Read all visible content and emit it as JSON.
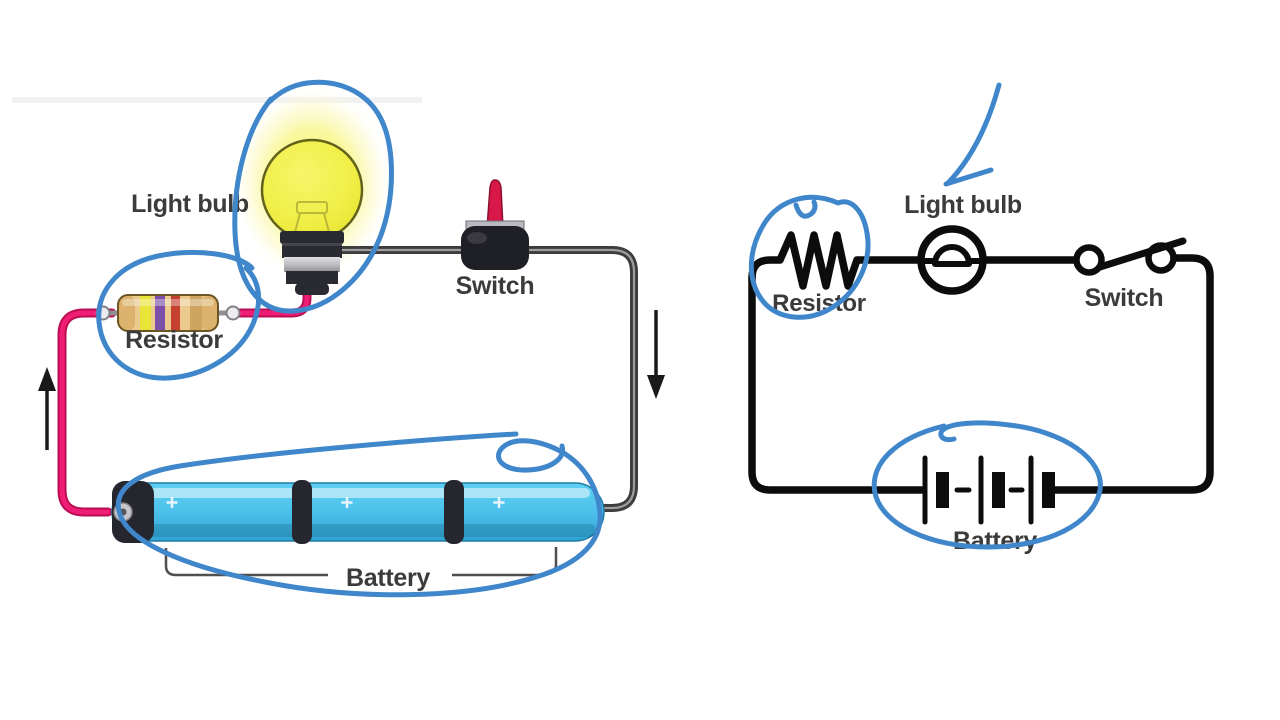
{
  "scene": {
    "background": "#ffffff",
    "description": "Whiteboard comparison of a pictorial circuit drawing and its schematic equivalent with freehand blue pen annotations"
  },
  "colors": {
    "annotation_blue": "#3f86cb",
    "wire_pink": "#ee1d73",
    "wire_pink_dark": "#bb0d53",
    "wire_gray": "#3d3d3d",
    "schematic_black": "#0c0c0c",
    "battery_cell_blue": "#4fc3ec",
    "bulb_yellow": "#f0ee45",
    "resistor_body_tan": "#ecca8e",
    "switch_lever_red": "#d81848",
    "label_gray": "#3b3b3b"
  },
  "left_diagram": {
    "title": "pictorial circuit",
    "labels": {
      "light_bulb": "Light bulb",
      "switch": "Switch",
      "resistor": "Resistor",
      "battery": "Battery"
    },
    "resistor_band_colors": [
      "#e8e438",
      "#7c50a8",
      "#c44030",
      "#cfa45f"
    ],
    "current_arrows": [
      "up-arrow-left-side",
      "down-arrow-right-side"
    ]
  },
  "right_diagram": {
    "title": "schematic circuit",
    "labels": {
      "light_bulb": "Light bulb",
      "resistor": "Resistor",
      "switch": "Switch",
      "battery": "Battery"
    },
    "symbols": [
      "resistor-zigzag",
      "lamp-circle-with-dome",
      "switch-contacts",
      "battery-three-cells"
    ]
  },
  "annotations": {
    "color": "#3f86cb",
    "items": [
      "loop-around-light-bulb",
      "loop-around-resistor",
      "loop-around-battery-pack",
      "loop-around-schematic-resistor",
      "arrow-to-schematic-light-bulb",
      "loop-around-schematic-battery"
    ]
  }
}
